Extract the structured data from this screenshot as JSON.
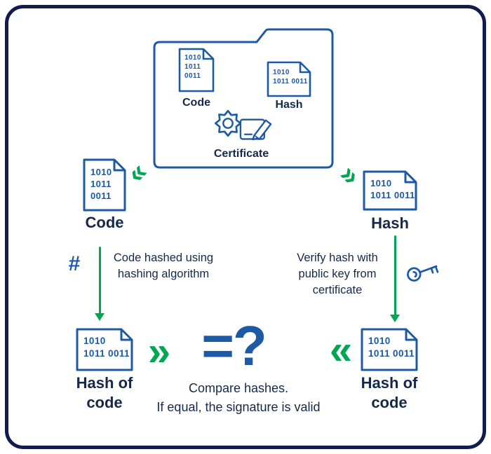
{
  "colors": {
    "blue": "#1c5aa6",
    "green": "#00a651",
    "border_navy": "#111b4e",
    "text_dark": "#14294a"
  },
  "folder": {
    "code": {
      "binary": "1010\n1011\n0011",
      "label": "Code"
    },
    "hash": {
      "binary": "1010\n1011 0011",
      "label": "Hash"
    },
    "certificate_label": "Certificate"
  },
  "left": {
    "doc": {
      "binary": "1010\n1011\n0011",
      "label": "Code"
    },
    "hash_symbol": "#",
    "step_text": "Code hashed using\nhashing algorithm",
    "result": {
      "binary": "1010\n1011 0011",
      "label": "Hash of\ncode"
    }
  },
  "right": {
    "doc": {
      "binary": "1010\n1011 0011",
      "label": "Hash"
    },
    "step_text": "Verify hash with\npublic key from\ncertificate",
    "result": {
      "binary": "1010\n1011 0011",
      "label": "Hash of\ncode"
    }
  },
  "compare": {
    "forward_chevrons": "»",
    "equals_question": "=?",
    "backward_chevrons": "«",
    "caption": "Compare hashes.\nIf equal, the signature is valid"
  },
  "icons": {
    "branch_chevron": "»"
  }
}
